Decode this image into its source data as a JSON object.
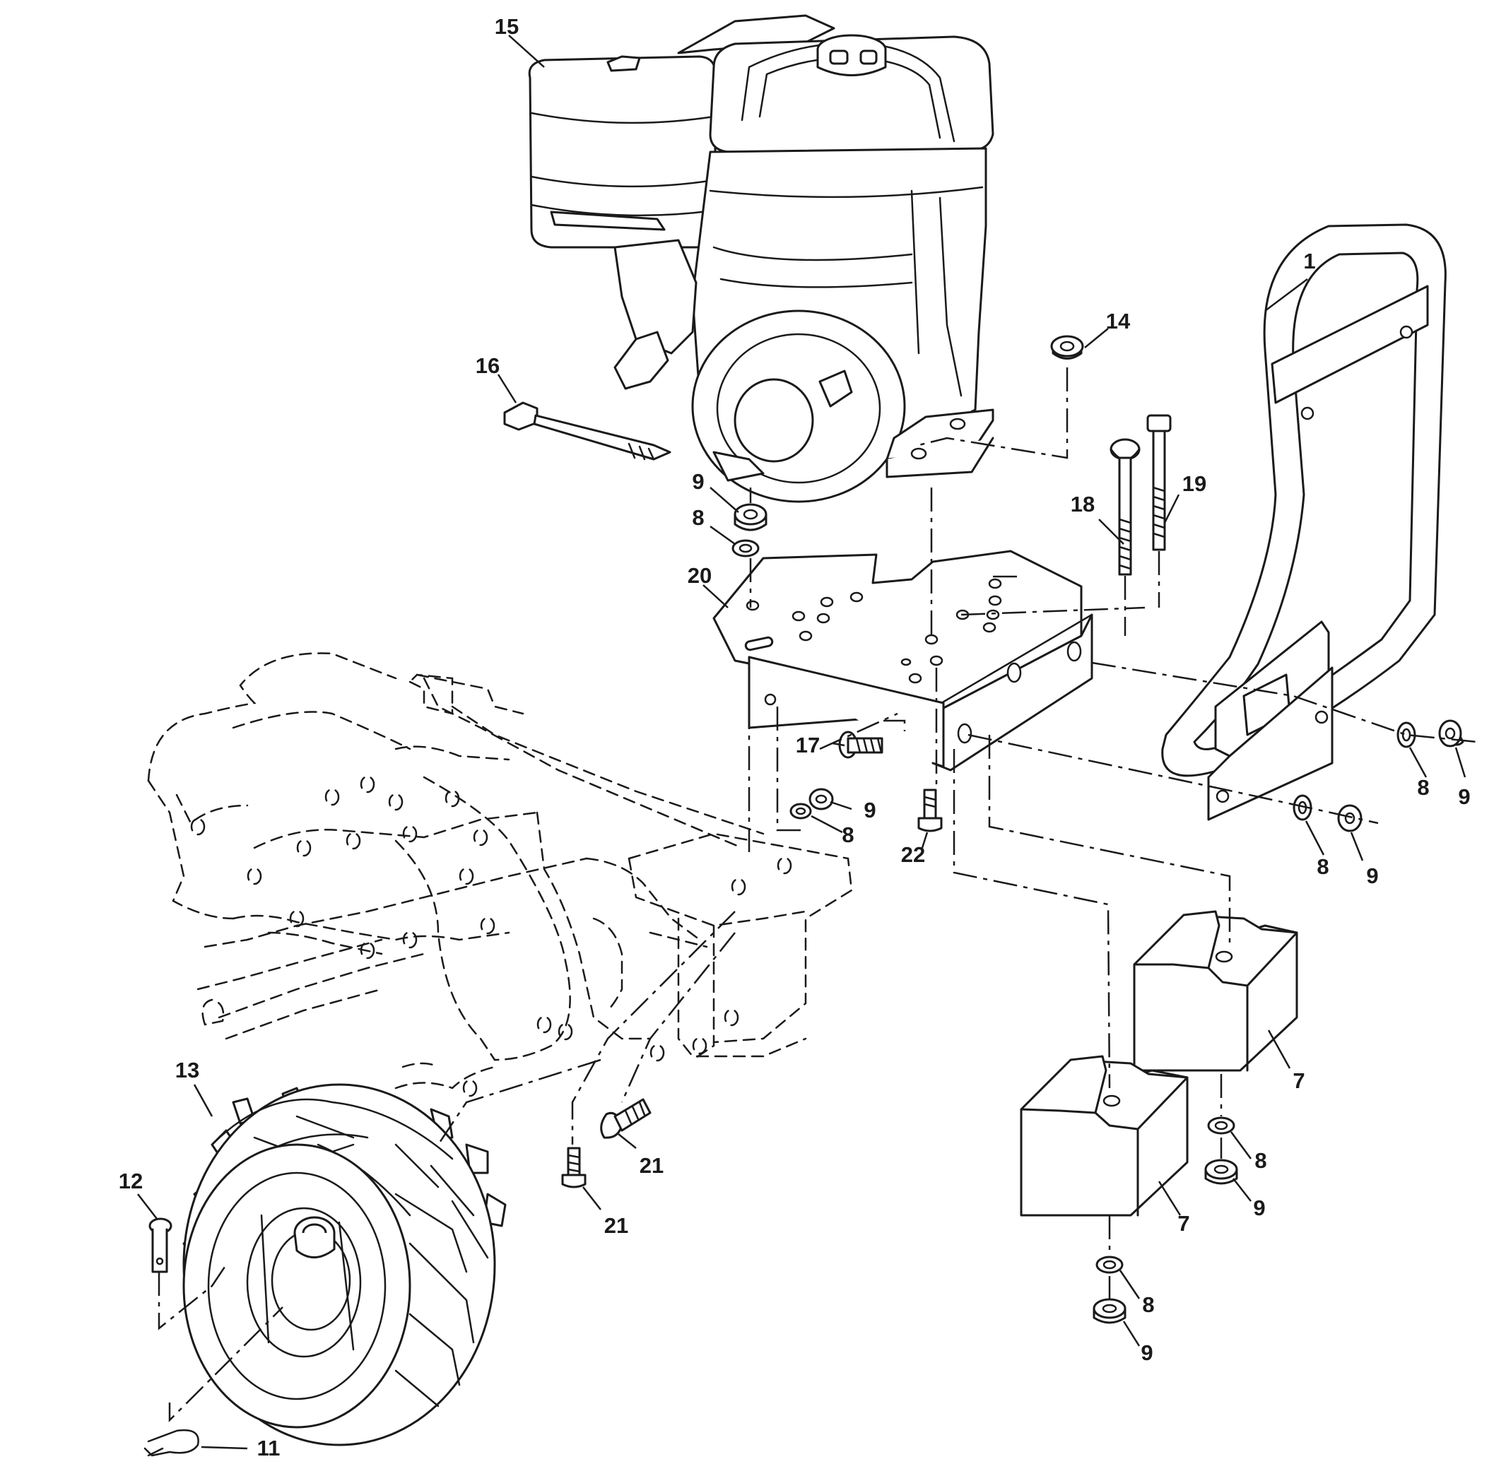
{
  "callouts": {
    "c1": "1",
    "c7a": "7",
    "c7b": "7",
    "c8a": "8",
    "c8b": "8",
    "c8c": "8",
    "c8d": "8",
    "c8e": "8",
    "c8f": "8",
    "c9a": "9",
    "c9b": "9",
    "c9c": "9",
    "c9d": "9",
    "c9e": "9",
    "c9f": "9",
    "c11": "11",
    "c12": "12",
    "c13": "13",
    "c14": "14",
    "c15": "15",
    "c16": "16",
    "c17": "17",
    "c18": "18",
    "c19": "19",
    "c20": "20",
    "c21a": "21",
    "c21b": "21",
    "c22": "22"
  },
  "colors": {
    "ink": "#1a1a1a",
    "paper": "#ffffff"
  }
}
